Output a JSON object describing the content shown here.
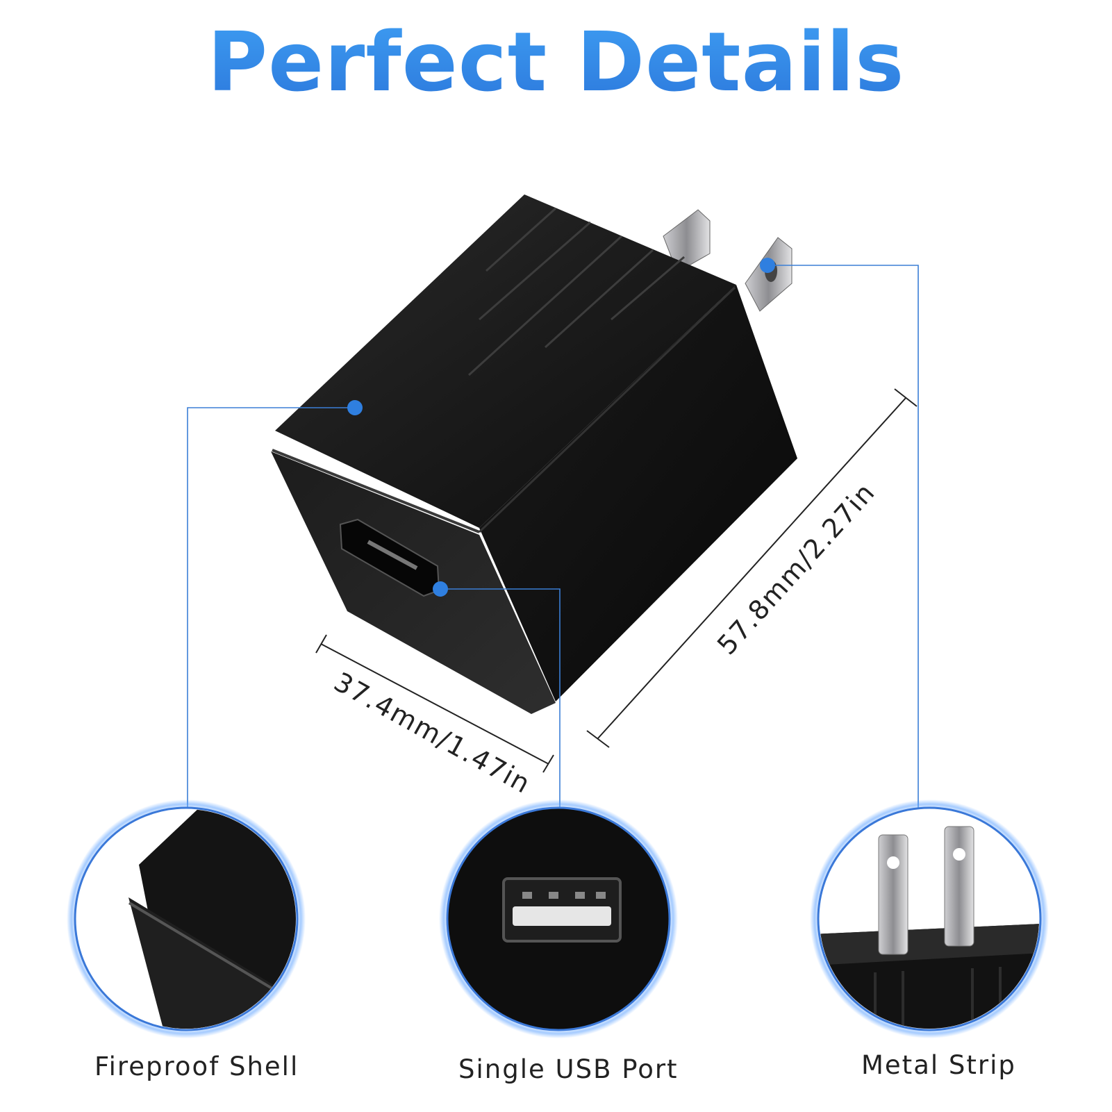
{
  "title": "Perfect Details",
  "dimensions": {
    "width_label": "37.4mm/1.47in",
    "height_label": "57.8mm/2.27in"
  },
  "features": [
    {
      "label": "Fireproof Shell"
    },
    {
      "label": "Single USB Port"
    },
    {
      "label": "Metal Strip"
    }
  ],
  "colors": {
    "accent": "#2f7fe0",
    "callout_line": "#3b7fd6",
    "product": "#141414"
  },
  "icons": {
    "hotspot": "dot-marker"
  }
}
